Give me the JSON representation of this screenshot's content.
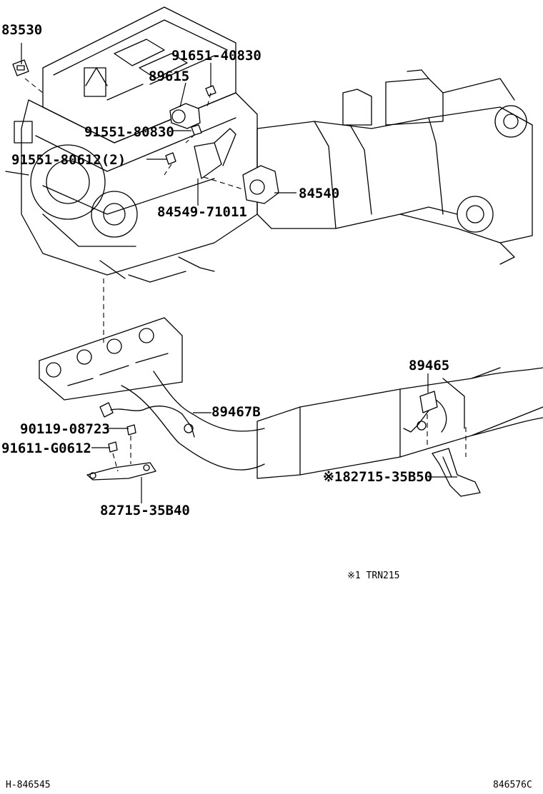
{
  "labels": {
    "p83530": "83530",
    "p91651": "91651-40830",
    "p89615": "89615",
    "p91551a": "91551-80830",
    "p91551b": "91551-80612(2)",
    "p84540": "84540",
    "p84549": "84549-71011",
    "p89465": "89465",
    "p89467": "89467B",
    "p90119": "90119-08723",
    "p91611": "91611-G0612",
    "p82715b": "※182715-35B50",
    "p82715a": "82715-35B40"
  },
  "note": "※1  TRN215",
  "footer": {
    "left": "H-846545",
    "right": "846576C"
  }
}
